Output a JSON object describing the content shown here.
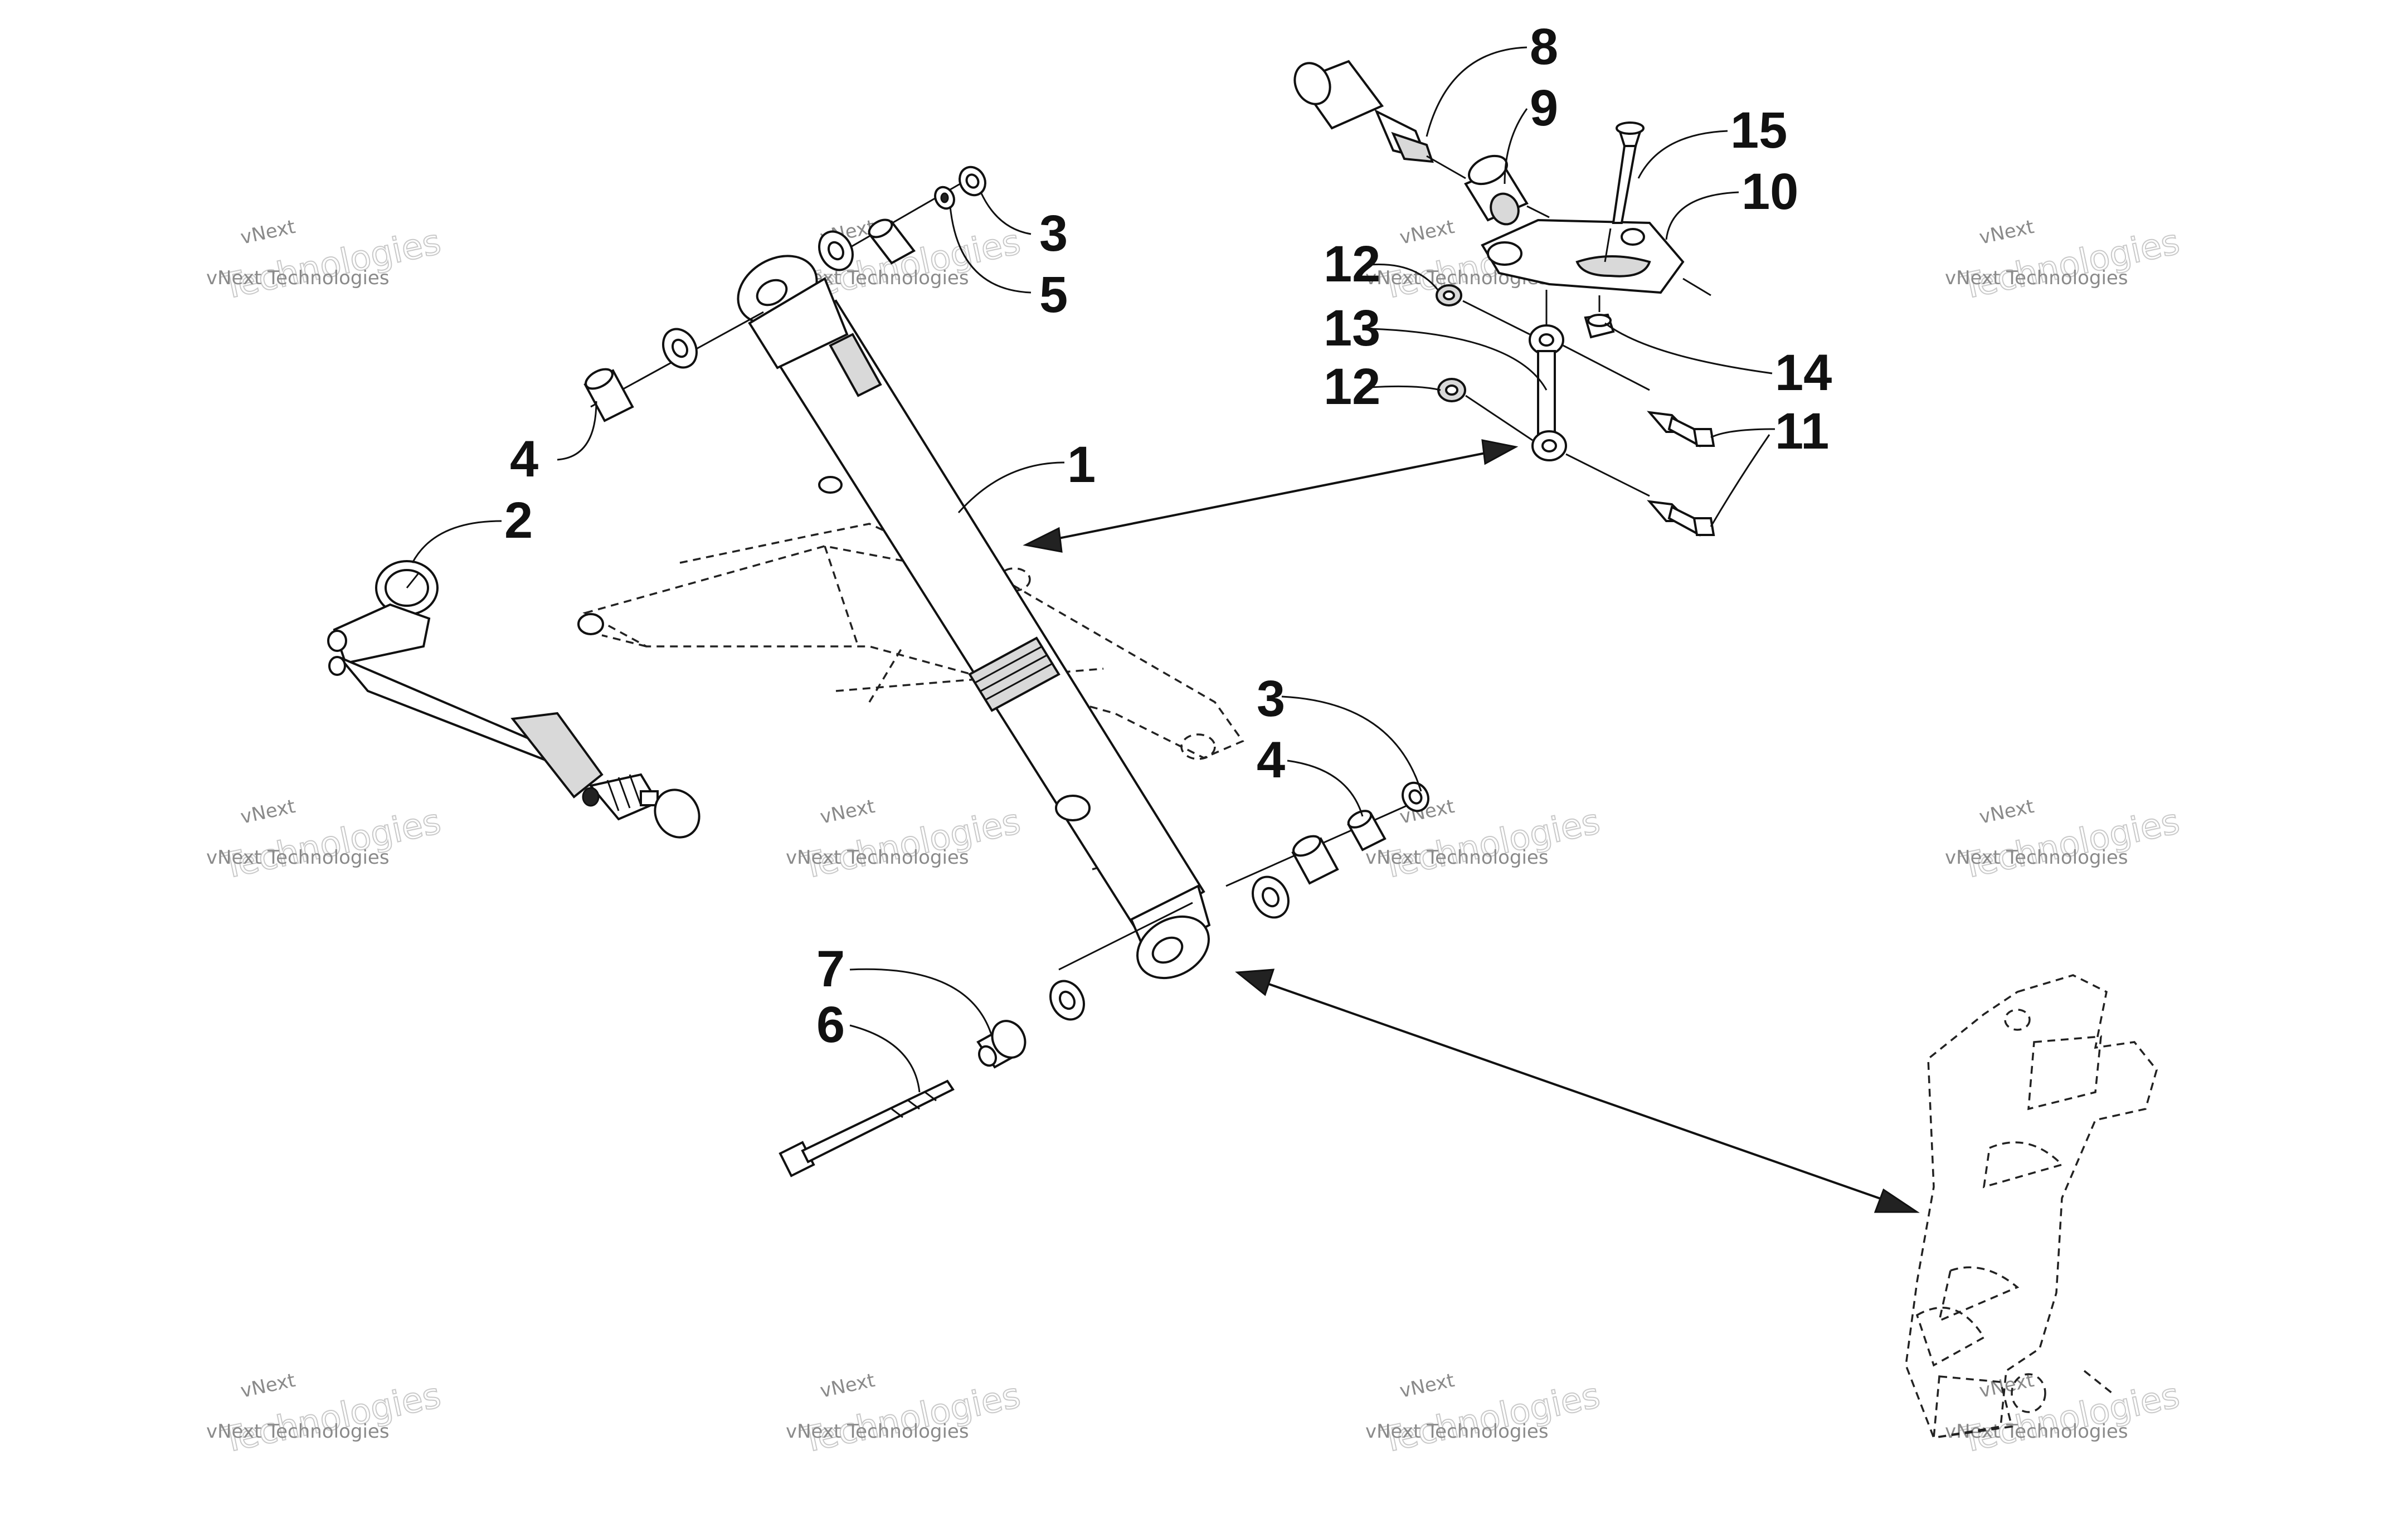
{
  "callouts": [
    {
      "id": "1",
      "label": "1"
    },
    {
      "id": "2",
      "label": "2"
    },
    {
      "id": "3a",
      "label": "3"
    },
    {
      "id": "3b",
      "label": "3"
    },
    {
      "id": "4a",
      "label": "4"
    },
    {
      "id": "4b",
      "label": "4"
    },
    {
      "id": "5",
      "label": "5"
    },
    {
      "id": "6",
      "label": "6"
    },
    {
      "id": "7",
      "label": "7"
    },
    {
      "id": "8",
      "label": "8"
    },
    {
      "id": "9",
      "label": "9"
    },
    {
      "id": "10",
      "label": "10"
    },
    {
      "id": "11",
      "label": "11"
    },
    {
      "id": "12a",
      "label": "12"
    },
    {
      "id": "12b",
      "label": "12"
    },
    {
      "id": "13",
      "label": "13"
    },
    {
      "id": "14",
      "label": "14"
    },
    {
      "id": "15",
      "label": "15"
    }
  ],
  "watermark": {
    "line1": "vNext",
    "line2": "vNext Technologies",
    "line3": "Technologies"
  },
  "colors": {
    "ink": "#111111",
    "watermark": "#8a8a8a"
  }
}
